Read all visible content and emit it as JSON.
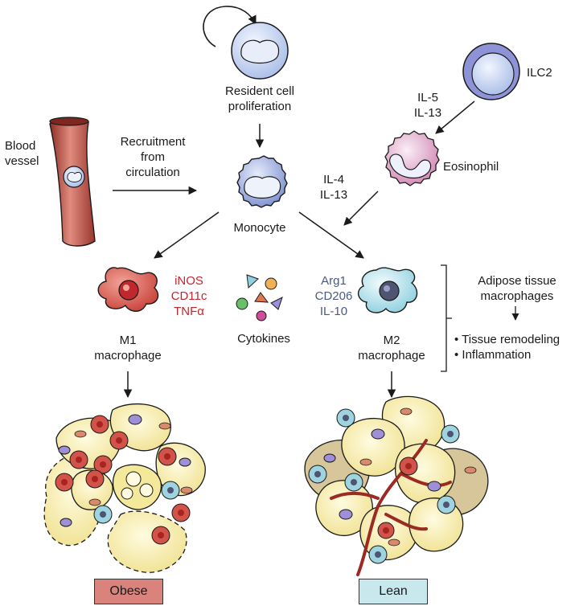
{
  "colors": {
    "m1_red": "#c0282d",
    "m2_blue": "#4a5a86",
    "obese_tag": "#d9837c",
    "lean_tag": "#c9e8ee",
    "adipocyte_fill": "#f9efb6",
    "vessel": "#b3443a"
  },
  "labels": {
    "resident_line1": "Resident cell",
    "resident_line2": "proliferation",
    "ilc2": "ILC2",
    "il5": "IL-5",
    "il13_a": "IL-13",
    "blood_line1": "Blood",
    "blood_line2": "vessel",
    "recruit_line1": "Recruitment",
    "recruit_line2": "from",
    "recruit_line3": "circulation",
    "eosinophil": "Eosinophil",
    "il4": "IL-4",
    "il13_b": "IL-13",
    "monocyte": "Monocyte",
    "m1_marker1": "iNOS",
    "m1_marker2": "CD11c",
    "m1_marker3": "TNFα",
    "m2_marker1": "Arg1",
    "m2_marker2": "CD206",
    "m2_marker3": "IL-10",
    "cytokines": "Cytokines",
    "m1_line1": "M1",
    "m1_line2": "macrophage",
    "m2_line1": "M2",
    "m2_line2": "macrophage",
    "atm_line1": "Adipose tissue",
    "atm_line2": "macrophages",
    "bullet1": "• Tissue remodeling",
    "bullet2": "• Inflammation",
    "obese": "Obese",
    "lean": "Lean"
  }
}
